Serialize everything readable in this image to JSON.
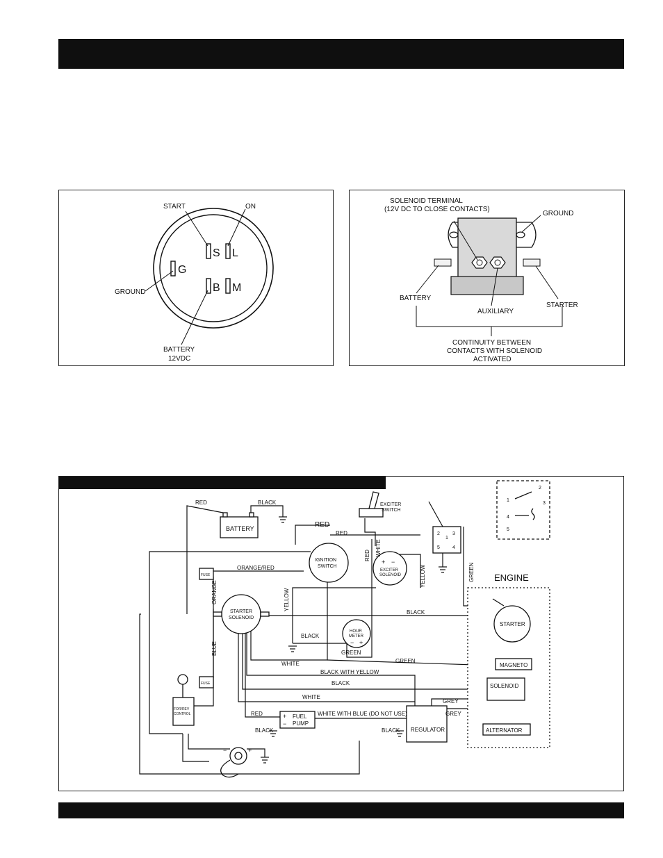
{
  "switch_diagram": {
    "start": "START",
    "on": "ON",
    "ground": "GROUND",
    "battery": "BATTERY",
    "voltage": "12VDC",
    "terminals": {
      "s": "S",
      "l": "L",
      "g": "G",
      "b": "B",
      "m": "M"
    }
  },
  "solenoid_diagram": {
    "terminal_line1": "SOLENOID TERMINAL",
    "terminal_line2": "(12V DC TO CLOSE CONTACTS)",
    "ground": "GROUND",
    "battery": "BATTERY",
    "auxiliary": "AUXILIARY",
    "starter": "STARTER",
    "continuity_line1": "CONTINUITY BETWEEN",
    "continuity_line2": "CONTACTS WITH SOLENOID",
    "continuity_line3": "ACTIVATED"
  },
  "wiring_diagram": {
    "components": {
      "battery": "BATTERY",
      "exciter_switch_1": "EXCITER",
      "exciter_switch_2": "SWITCH",
      "ignition_1": "IGNITION",
      "ignition_2": "SWITCH",
      "exciter_solenoid_1": "EXCITER",
      "exciter_solenoid_2": "SOLENOID",
      "starter_solenoid_1": "STARTER",
      "starter_solenoid_2": "SOLENOID",
      "hour_meter_1": "HOUR",
      "hour_meter_2": "METER",
      "engine": "ENGINE",
      "starter": "STARTER",
      "magneto": "MAGNETO",
      "solenoid": "SOLENOID",
      "alternator": "ALTERNATOR",
      "regulator": "REGULATOR",
      "fuel_pump_1": "FUEL",
      "fuel_pump_2": "PUMP",
      "for_rev_1": "FOR/REV",
      "for_rev_2": "CONTROL",
      "fuse": "FUSE"
    },
    "wires": {
      "red": "RED",
      "black": "BLACK",
      "orange_red": "ORANGE/RED",
      "orange": "ORANGE",
      "blue": "BLUE",
      "yellow": "YELLOW",
      "white": "WHITE",
      "green": "GREEN",
      "grey": "GREY",
      "black_with_yellow": "BLACK WITH YELLOW",
      "white_with_blue": "WHITE WITH BLUE (DO NOT USE)"
    },
    "relay_pins": {
      "p1": "1",
      "p2": "2",
      "p3": "3",
      "p4": "4",
      "p5": "5"
    },
    "symbols": {
      "plus": "+",
      "minus": "−"
    }
  }
}
